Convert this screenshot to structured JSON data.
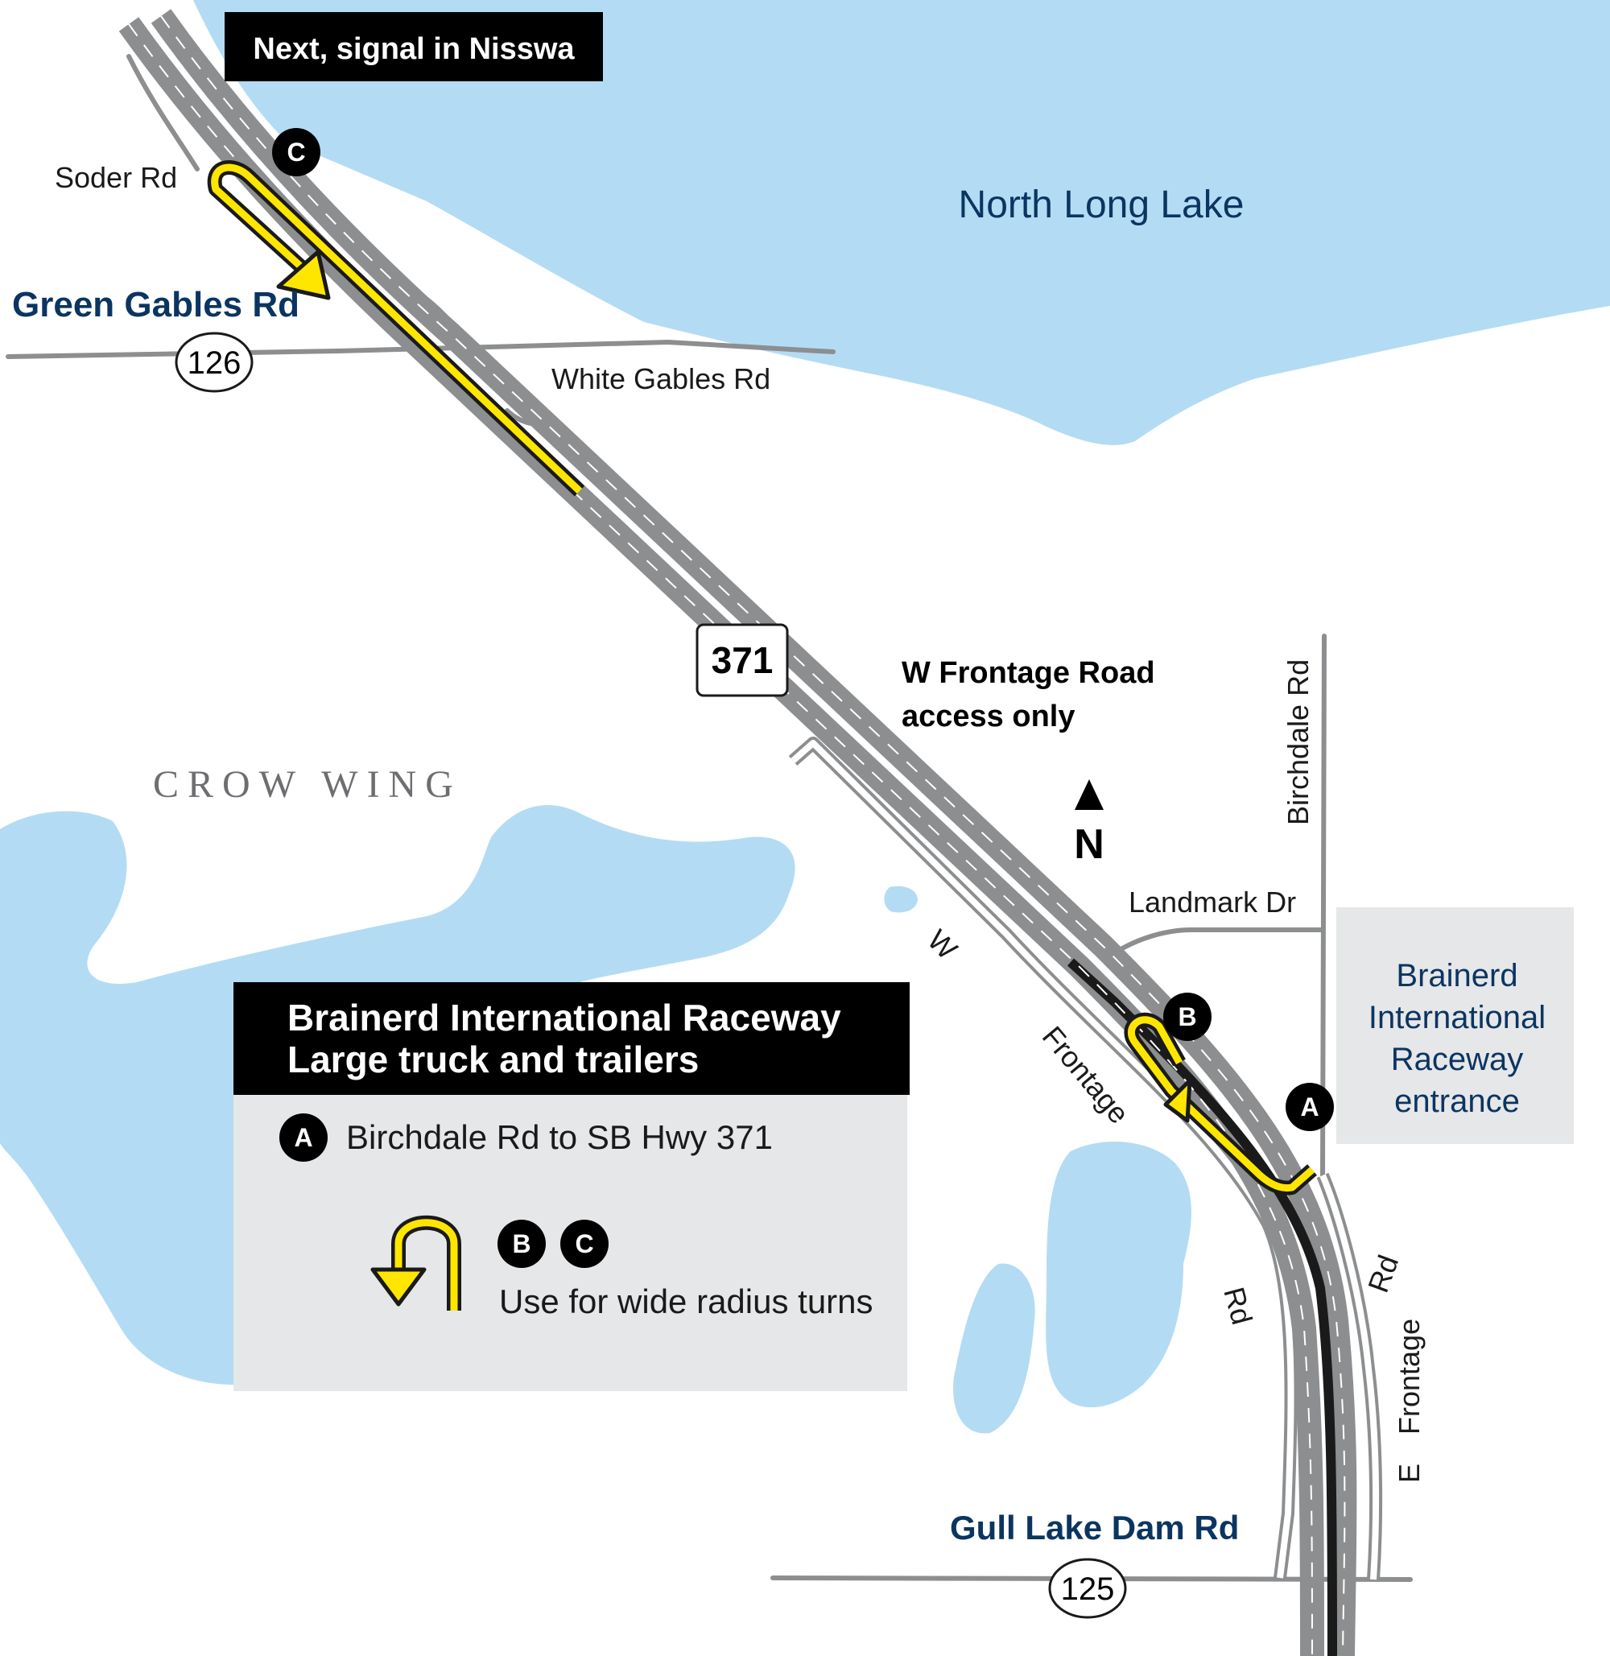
{
  "top_banner": "Next, signal in Nisswa",
  "lakes": {
    "north": "North Long Lake"
  },
  "region": "CROW WING",
  "roads": {
    "soder": "Soder Rd",
    "green_gables": "Green Gables Rd",
    "white_gables": "White Gables Rd",
    "hwy": "371",
    "county_126": "126",
    "county_125": "125",
    "gull_lake_dam": "Gull Lake Dam Rd",
    "landmark": "Landmark Dr",
    "birchdale": "Birchdale Rd",
    "w_frontage_w": "W",
    "w_frontage_frontage": "Frontage",
    "w_frontage_rd": "Rd",
    "e_frontage_e": "E",
    "e_frontage_frontage": "Frontage",
    "e_frontage_rd": "Rd"
  },
  "note": {
    "line1": "W Frontage Road",
    "line2": "access only"
  },
  "north_arrow": "N",
  "markers": {
    "a": "A",
    "b": "B",
    "c": "C"
  },
  "raceway": {
    "line1": "Brainerd",
    "line2": "International",
    "line3": "Raceway",
    "line4": "entrance"
  },
  "legend": {
    "title1": "Brainerd International Raceway",
    "title2": "Large truck and trailers",
    "item_a": "Birchdale Rd to SB Hwy 371",
    "item_bc": "Use for wide radius turns"
  },
  "colors": {
    "water": "#b3dcf4",
    "road": "#8c8e90",
    "road_dark": "#1a1a1a",
    "route": "#ffe600",
    "label_blue": "#0b3561",
    "legend_bg": "#e6e7e8",
    "raceway_bg": "#e6e7e8"
  }
}
